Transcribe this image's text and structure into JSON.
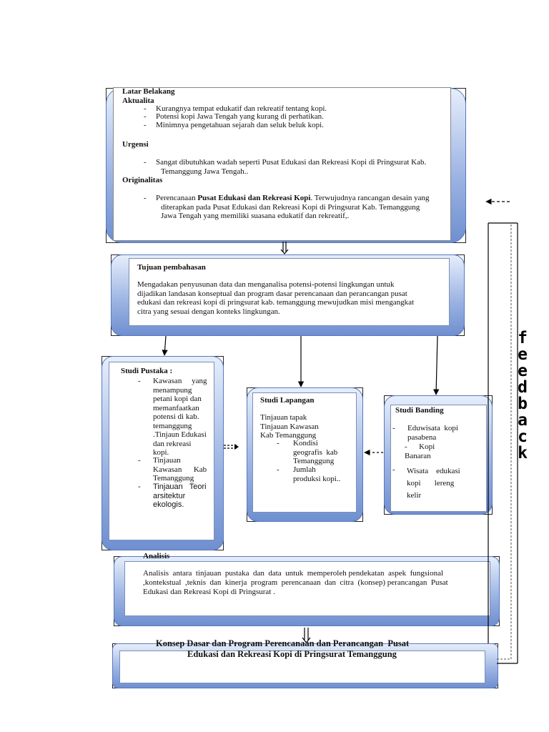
{
  "box1": {
    "title": "Latar Belakang",
    "aktualita_heading": "Aktualita",
    "aktualita_items": [
      "Kurangnya tempat edukatif dan rekreatif tentang kopi.",
      "Potensi kopi Jawa Tengah yang kurang di perhatikan.",
      "Minimnya pengetahuan sejarah dan seluk beluk kopi."
    ],
    "urgensi_heading": "Urgensi",
    "urgensi_line1": "Sangat dibutuhkan wadah seperti Pusat Edukasi dan Rekreasi Kopi di Pringsurat Kab.",
    "urgensi_line2": "Temanggung Jawa Tengah..",
    "originalitas_heading": "Originalitas",
    "orig_prefix": "Perencanaan ",
    "orig_bold": "Pusat Edukasi dan Rekreasi Kopi",
    "orig_suffix": ". Terwujudnya rancangan desain yang",
    "orig_line2": "diterapkan pada Pusat Edukasi dan Rekreasi Kopi di Pringsurat Kab. Temanggung",
    "orig_line3": "Jawa Tengah yang memiliki suasana edukatif dan rekreatif,."
  },
  "box2": {
    "title": "Tujuan pembahasan",
    "lines": [
      "Mengadakan penyusunan data dan menganalisa potensi-potensi lingkungan untuk",
      "dijadikan landasan konseptual dan program dasar perencanaan  dan  perancangan  pusat",
      "edukasi dan rekreasi kopi di pringsurat kab. temanggung mewujudkan  misi  mengangkat",
      "citra  yang sesuai dengan konteks lingkungan."
    ]
  },
  "pustaka": {
    "title": "Studi Pustaka :",
    "item1": [
      "Kawasan     yang",
      "menampung",
      "petani kopi dan",
      "memanfaatkan",
      "potensi di kab.",
      "temanggung",
      ".Tinjaun Edukasi",
      "dan rekreasi",
      "kopi."
    ],
    "item2": [
      "Tinjauan",
      "Kawasan      Kab",
      "Temanggung"
    ],
    "item3": [
      "Tinjauan   Teori",
      "arsitektur",
      "ekologis."
    ]
  },
  "lapangan": {
    "title": "Studi Lapangan",
    "intro": [
      "Tinjauan tapak",
      "Tinjauan Kawasan",
      "Kab Temanggung"
    ],
    "item1": [
      "Kondisi",
      "geografis  kab",
      "Temanggung"
    ],
    "item2": [
      "Jumlah",
      "produksi kopi.."
    ]
  },
  "banding": {
    "title": "Studi Banding",
    "item1": [
      "Eduwisata  kopi",
      "pasabena"
    ],
    "item2": [
      "-      Kopi",
      "Banaran"
    ],
    "item3": [
      "Wisata    edukasi",
      "kopi       lereng",
      "kelir"
    ]
  },
  "analisis": {
    "title": "Analisis",
    "lines": [
      "Analisis  antara  tinjauan  pustaka  dan  data  untuk  memperoleh pendekatan  aspek  fungsional",
      ",kontekstual  ,teknis  dan  kinerja  program  perencanaan  dan  citra  (konsep) perancangan  Pusat",
      "Edukasi dan Rekreasi Kopi di Pringsurat ."
    ]
  },
  "konsep": {
    "line1": "Konsep Dasar dan Program Perencanaan dan Perancangan  Pusat",
    "line2": "Edukasi dan Rekreasi Kopi di Pringsurat Temanggung"
  },
  "feedback": {
    "letters": [
      "f",
      "e",
      "e",
      "d",
      "b",
      "a",
      "c",
      "k"
    ]
  },
  "bullet_dash": "-"
}
